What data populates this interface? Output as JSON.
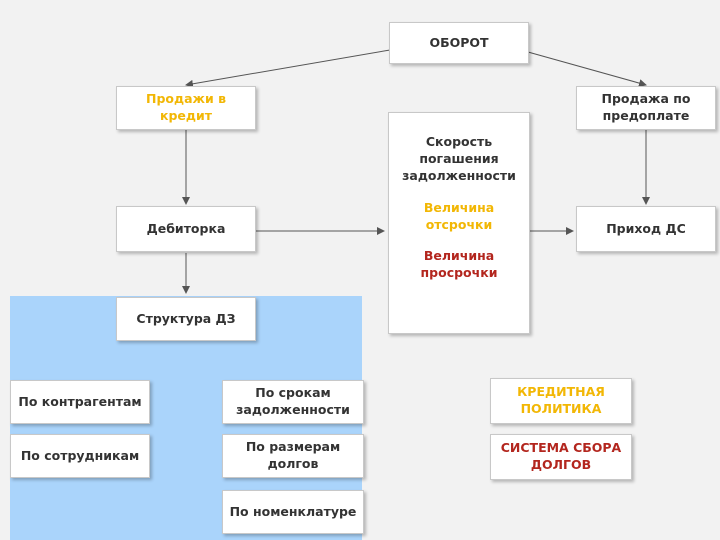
{
  "nodes": {
    "turnover": "ОБОРОТ",
    "credit_sales": "Продажи в кредит",
    "prepaid_sales": "Продажа по предоплате",
    "receivables": "Дебиторка",
    "repayment_speed": "Скорость погашения задолженности",
    "deferral_size": "Величина отсрочки",
    "overdue_size": "Величина просрочки",
    "cash_inflow": "Приход ДС",
    "ar_structure": "Структура ДЗ",
    "by_counterparties": "По контрагентам",
    "by_employees": "По сотрудникам",
    "by_debt_terms": "По срокам задолженности",
    "by_debt_size": "По размерам долгов",
    "by_nomenclature": "По номенклатуре",
    "credit_policy": "КРЕДИТНАЯ ПОЛИТИКА",
    "debt_collection": "СИСТЕМА СБОРА ДОЛГОВ"
  },
  "colors": {
    "yellow_text": "#f2b705",
    "red_text": "#b3261e",
    "panel": "#aad4fb",
    "background": "#f2f2f2"
  }
}
